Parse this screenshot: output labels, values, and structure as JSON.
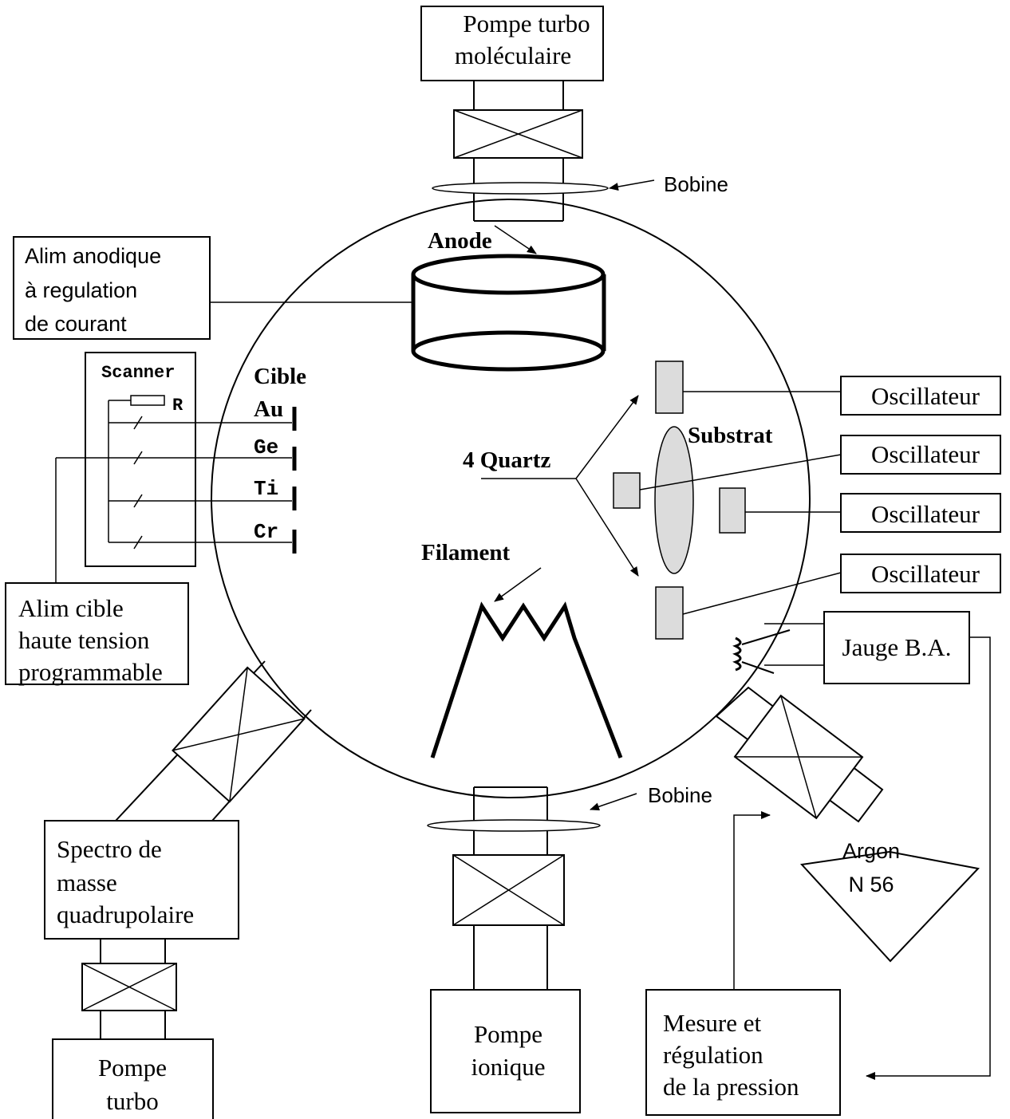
{
  "labels": {
    "pompe_turbo_top": [
      "Pompe turbo",
      "moléculaire"
    ],
    "bobine_top": "Bobine",
    "anode": "Anode",
    "alim_anodique": [
      "Alim anodique",
      "à regulation",
      "de courant"
    ],
    "scanner": "Scanner",
    "resistor": "R",
    "cible": "Cible",
    "targets": [
      "Au",
      "Ge",
      "Ti",
      "Cr"
    ],
    "quartz": "4 Quartz",
    "substrat": "Substrat",
    "oscillateur": "Oscillateur",
    "filament": "Filament",
    "alim_cible": [
      "Alim cible",
      "haute tension",
      "programmable"
    ],
    "jauge": "Jauge B.A.",
    "bobine_bottom": "Bobine",
    "argon": [
      "Argon",
      "N 56"
    ],
    "spectro": [
      "Spectro de",
      "masse",
      "quadrupolaire"
    ],
    "pompe_turbo_bottom": [
      "Pompe",
      "turbo"
    ],
    "pompe_ionique": [
      "Pompe",
      "ionique"
    ],
    "mesure": [
      "Mesure et",
      "régulation",
      "de la pression"
    ]
  }
}
